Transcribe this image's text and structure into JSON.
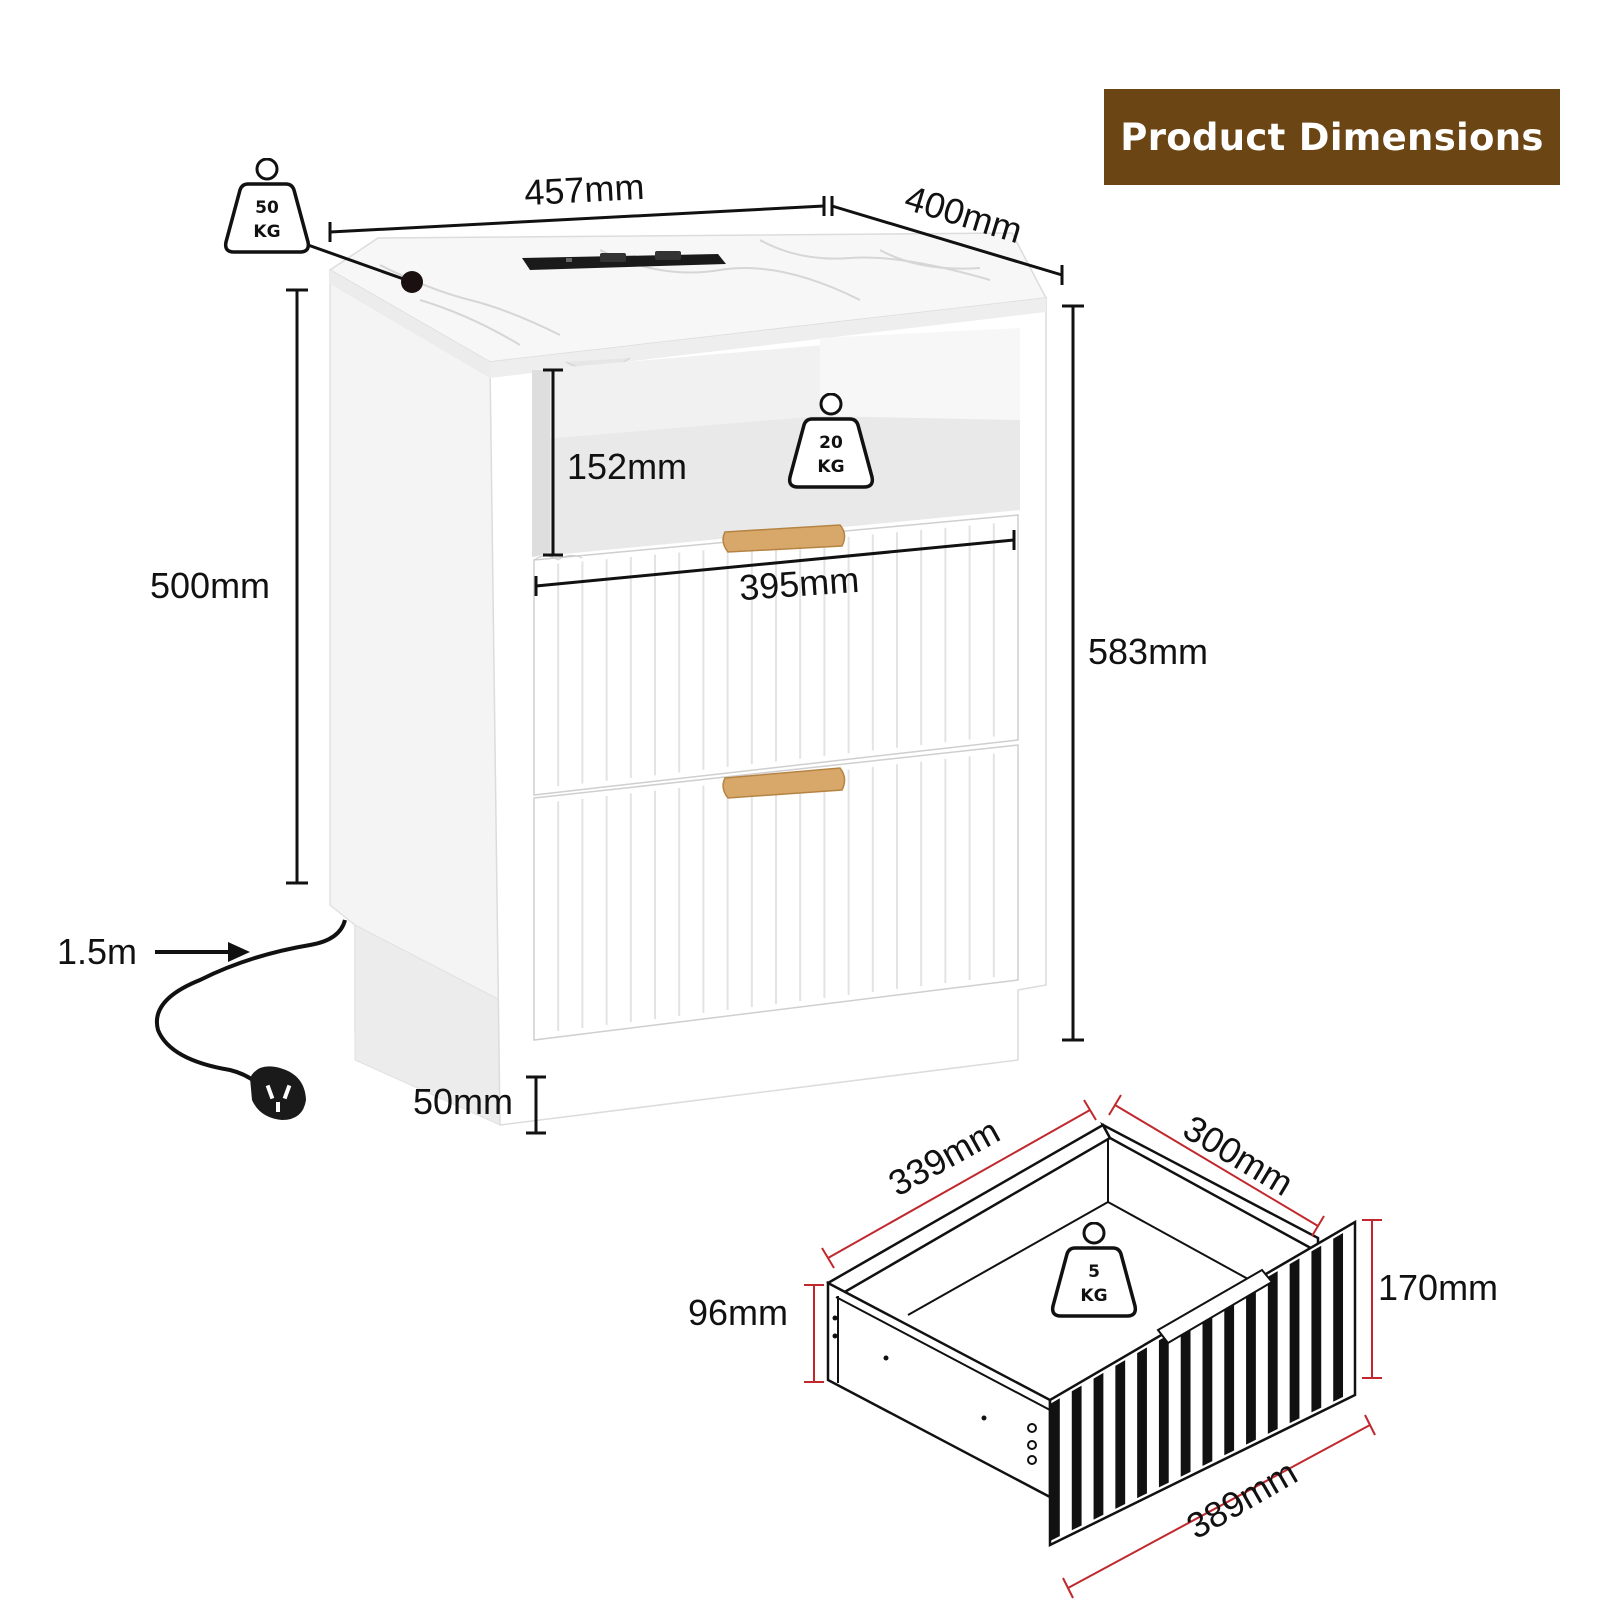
{
  "title": "Product Dimensions",
  "colors": {
    "title_background": "#6b4514",
    "title_text": "#ffffff",
    "dimension_line": "#111111",
    "drawer_dimension_line": "#c0282d",
    "handle": "#d8a86a",
    "cabinet": "#ffffff",
    "marble_vein": "#d5d5d5"
  },
  "nightstand": {
    "width": "457mm",
    "depth": "400mm",
    "body_height": "500mm",
    "total_height": "583mm",
    "open_shelf_height": "152mm",
    "drawer_width": "395mm",
    "base_height": "50mm",
    "cord_length": "1.5m",
    "top_load": {
      "value": "50",
      "unit": "KG"
    },
    "shelf_load": {
      "value": "20",
      "unit": "KG"
    }
  },
  "drawer": {
    "outer_depth": "339mm",
    "inner_width": "300mm",
    "front_height": "170mm",
    "side_height": "96mm",
    "front_width": "389mm",
    "load": {
      "value": "5",
      "unit": "KG"
    }
  },
  "icons": [
    "weight-icon",
    "power-plug-icon",
    "power-outlet-icon",
    "arrow-right-icon"
  ]
}
